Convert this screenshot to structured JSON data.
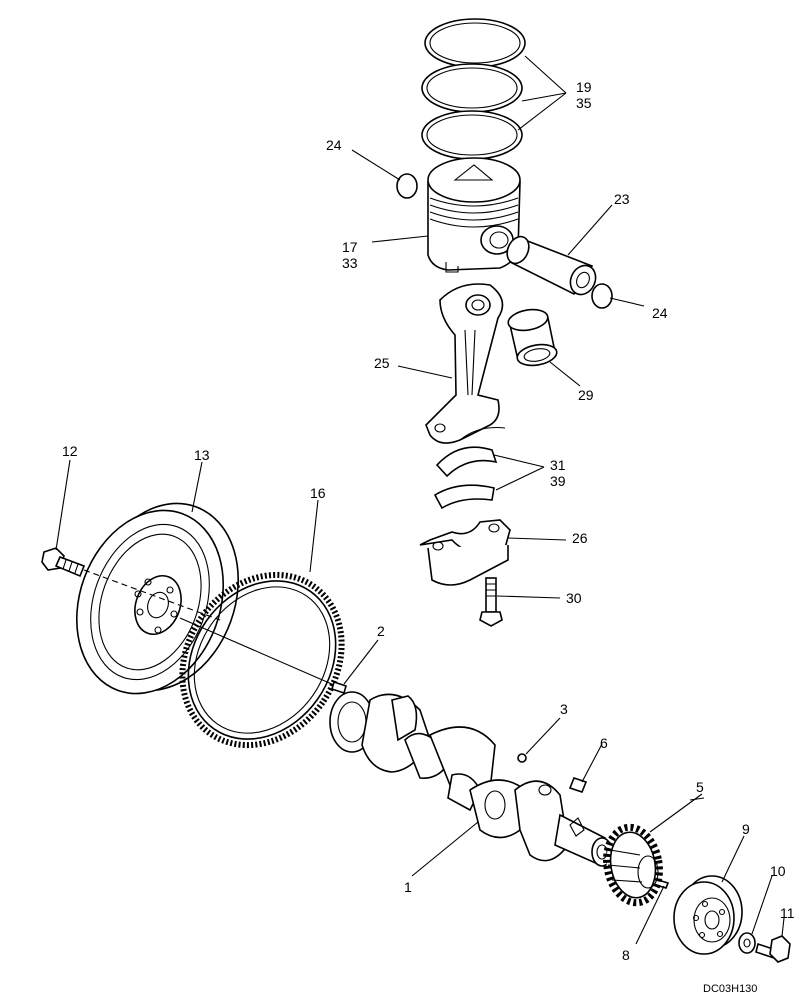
{
  "callouts": {
    "c1": "1",
    "c2": "2",
    "c3": "3",
    "c5": "5",
    "c6": "6",
    "c8": "8",
    "c9": "9",
    "c10": "10",
    "c11": "11",
    "c12": "12",
    "c13": "13",
    "c16": "16",
    "c17a": "17",
    "c17b": "33",
    "c19a": "19",
    "c19b": "35",
    "c23": "23",
    "c24a": "24",
    "c24b": "24",
    "c25": "25",
    "c26": "26",
    "c29": "29",
    "c30": "30",
    "c31a": "31",
    "c31b": "39"
  },
  "drawing_code": "DC03H130"
}
